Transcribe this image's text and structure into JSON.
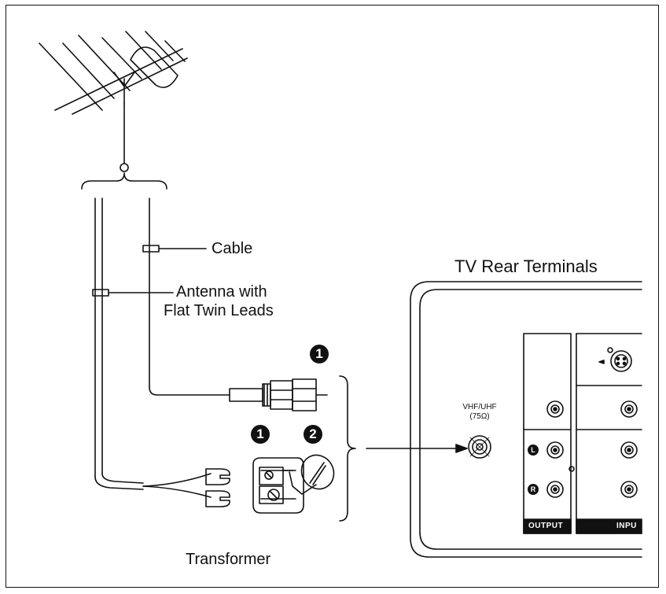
{
  "labels": {
    "cable": "Cable",
    "antenna_line1": "Antenna with",
    "antenna_line2": "Flat Twin Leads",
    "transformer": "Transformer",
    "tv_rear_terminals": "TV Rear Terminals",
    "vhf_uhf_line1": "VHF/UHF",
    "vhf_uhf_line2": "(75Ω)",
    "output": "OUTPUT",
    "input": "INPU"
  },
  "badges": {
    "step1_top": "1",
    "step1_bottom": "1",
    "step2": "2",
    "left_channel": "L",
    "right_channel": "R"
  }
}
